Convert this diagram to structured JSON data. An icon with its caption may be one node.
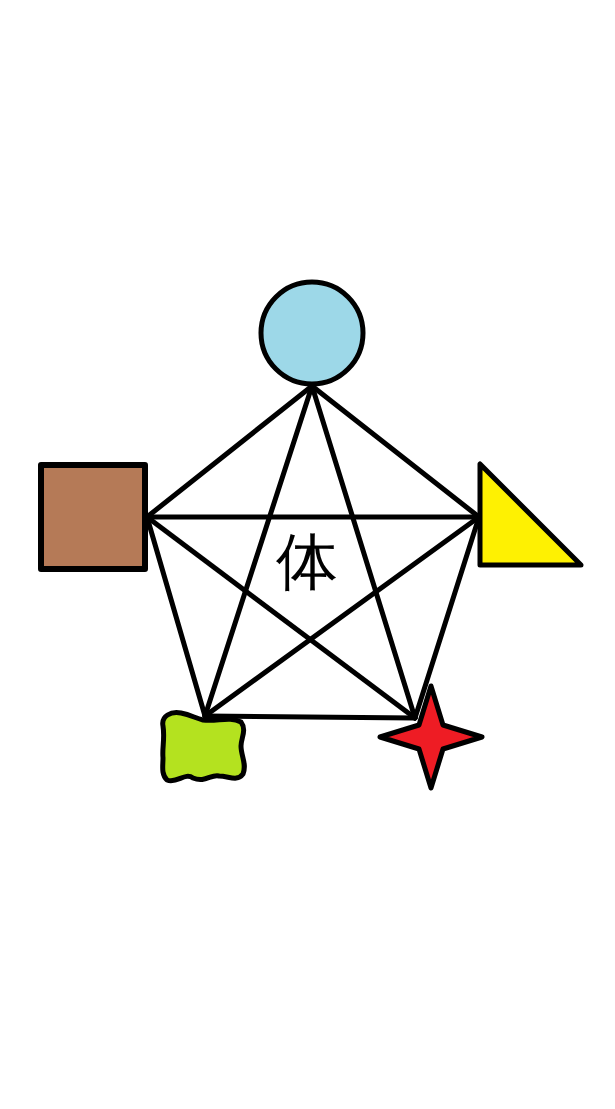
{
  "diagram": {
    "nodes": [
      {
        "text": [],
        "shape": "circle"
      },
      {
        "text": [],
        "shape": "box"
      },
      {
        "text": [],
        "shape": "triangle"
      },
      {
        "text": [],
        "shape": "blob"
      },
      {
        "text": [],
        "shape": "star"
      }
    ],
    "edges": [
      {
        "from": 0,
        "to": 1,
        "arrow": "none"
      },
      {
        "from": 0,
        "to": 2,
        "arrow": "none"
      },
      {
        "from": 0,
        "to": 3,
        "arrow": "none"
      },
      {
        "from": 0,
        "to": 4,
        "arrow": "none"
      },
      {
        "from": 1,
        "to": 2,
        "arrow": "none"
      },
      {
        "from": 1,
        "to": 3,
        "arrow": "none"
      },
      {
        "from": 1,
        "to": 4,
        "arrow": "none"
      },
      {
        "from": 2,
        "to": 3,
        "arrow": "none"
      },
      {
        "from": 2,
        "to": 4,
        "arrow": "none"
      },
      {
        "from": 3,
        "to": 4,
        "arrow": "none"
      }
    ],
    "labels": [
      "体"
    ]
  }
}
